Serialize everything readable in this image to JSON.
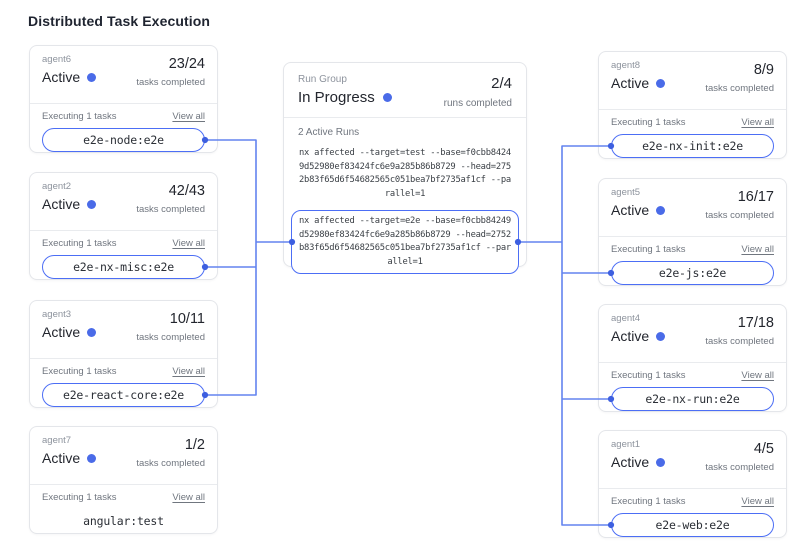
{
  "title": "Distributed Task Execution",
  "labels": {
    "tasks_completed": "tasks completed",
    "executing_tasks": "Executing 1 tasks",
    "view_all": "View all"
  },
  "run_group": {
    "label": "Run Group",
    "status": "In Progress",
    "runs_count": "2/4",
    "runs_completed_label": "runs completed",
    "active_runs_label": "2 Active Runs",
    "commands": [
      "nx affected --target=test --base=f0cbb84249d52980ef83424fc6e9a285b86b8729 --head=2752b83f65d6f54682565c051bea7bf2735af1cf --parallel=1",
      "nx affected --target=e2e --base=f0cbb84249d52980ef83424fc6e9a285b86b8729 --head=2752b83f65d6f54682565c051bea7bf2735af1cf --parallel=1"
    ]
  },
  "agents_left": [
    {
      "id": "agent6",
      "status": "Active",
      "tasks_count": "23/24",
      "current_task": "e2e-node:e2e",
      "connected": true
    },
    {
      "id": "agent2",
      "status": "Active",
      "tasks_count": "42/43",
      "current_task": "e2e-nx-misc:e2e",
      "connected": true
    },
    {
      "id": "agent3",
      "status": "Active",
      "tasks_count": "10/11",
      "current_task": "e2e-react-core:e2e",
      "connected": true
    },
    {
      "id": "agent7",
      "status": "Active",
      "tasks_count": "1/2",
      "current_task": "angular:test",
      "connected": false
    }
  ],
  "agents_right": [
    {
      "id": "agent8",
      "status": "Active",
      "tasks_count": "8/9",
      "current_task": "e2e-nx-init:e2e",
      "connected": true
    },
    {
      "id": "agent5",
      "status": "Active",
      "tasks_count": "16/17",
      "current_task": "e2e-js:e2e",
      "connected": true
    },
    {
      "id": "agent4",
      "status": "Active",
      "tasks_count": "17/18",
      "current_task": "e2e-nx-run:e2e",
      "connected": true
    },
    {
      "id": "agent1",
      "status": "Active",
      "tasks_count": "4/5",
      "current_task": "e2e-web:e2e",
      "connected": true
    }
  ],
  "colors": {
    "accent": "#4a6be8",
    "pill_border": "#4c6ef5",
    "connector_line": "#6384ef",
    "connector_dot": "#3d5fe0"
  }
}
